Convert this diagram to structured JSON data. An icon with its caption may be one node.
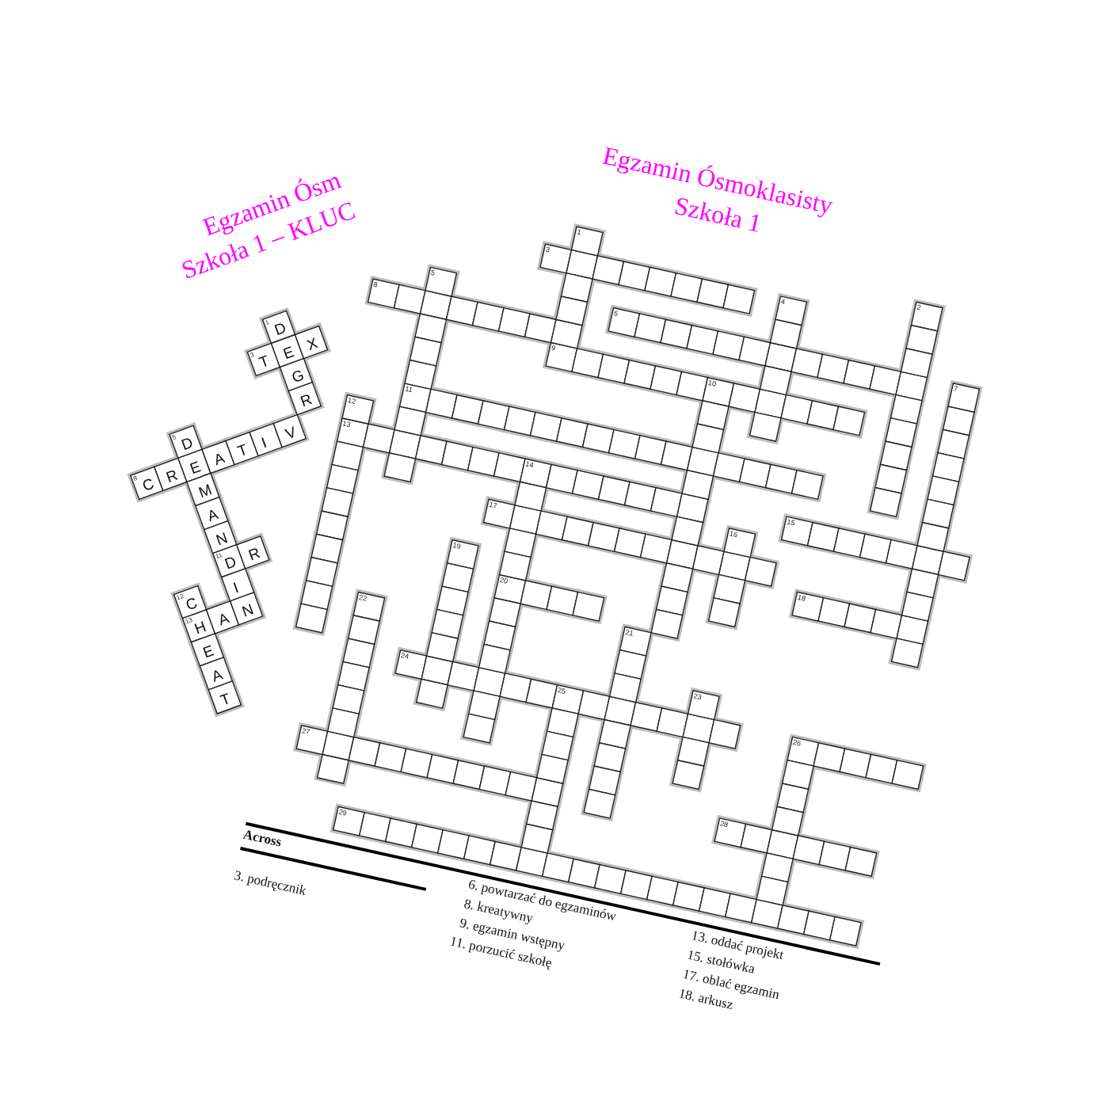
{
  "diagram": {
    "labels": [
      "Egzamin Ósmoklasisty",
      "Szkoła 1",
      "Egzamin Ósm",
      "Szkoła 1 – KLUC",
      "1",
      "D",
      "3",
      "T",
      "E",
      "X",
      "G",
      "R",
      "5",
      "D",
      "8",
      "C",
      "R",
      "E",
      "A",
      "T",
      "I",
      "V",
      "M",
      "A",
      "N",
      "11",
      "D",
      "R",
      "I",
      "12",
      "C",
      "13",
      "H",
      "A",
      "N",
      "E",
      "A",
      "T",
      "1",
      "3",
      "8",
      "5",
      "6",
      "4",
      "2",
      "9",
      "10",
      "7",
      "11",
      "12",
      "13",
      "14",
      "17",
      "15",
      "16",
      "19",
      "20",
      "18",
      "22",
      "21",
      "24",
      "25",
      "23",
      "27",
      "26",
      "29",
      "28",
      "Across",
      "3. podręcznik",
      "6. powtarzać do egzaminów",
      "8. kreatywny",
      "9. egzamin wstępny",
      "11. porzucić szkołę",
      "13. oddać projekt",
      "15. stołówka",
      "17. oblać egzamin",
      "18. arkusz"
    ]
  }
}
